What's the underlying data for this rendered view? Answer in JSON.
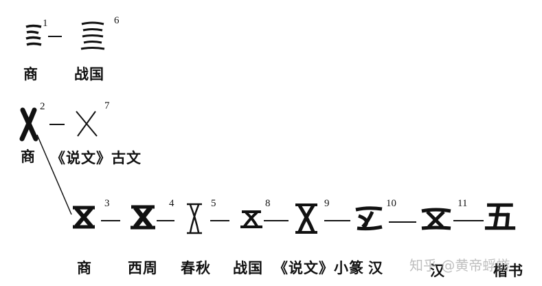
{
  "row1": {
    "left": {
      "number": "1",
      "label": "商"
    },
    "right": {
      "number": "6",
      "label": "战国"
    }
  },
  "row2": {
    "left": {
      "number": "2",
      "label": "商"
    },
    "right": {
      "number": "7",
      "label": "《说文》古文"
    }
  },
  "row3": {
    "items": [
      {
        "number": "3",
        "label": "商"
      },
      {
        "number": "4",
        "label": "西周"
      },
      {
        "number": "5",
        "label": "春秋"
      },
      {
        "number": "8",
        "label": "战国"
      },
      {
        "number": "9",
        "label": "《说文》小篆"
      },
      {
        "number": "10",
        "label": "汉"
      },
      {
        "number": "11",
        "label": "汉"
      },
      {
        "number": "",
        "label": "楷书"
      }
    ],
    "final_glyph": "五"
  },
  "watermark": "知乎 @黄帝蜉蝣"
}
